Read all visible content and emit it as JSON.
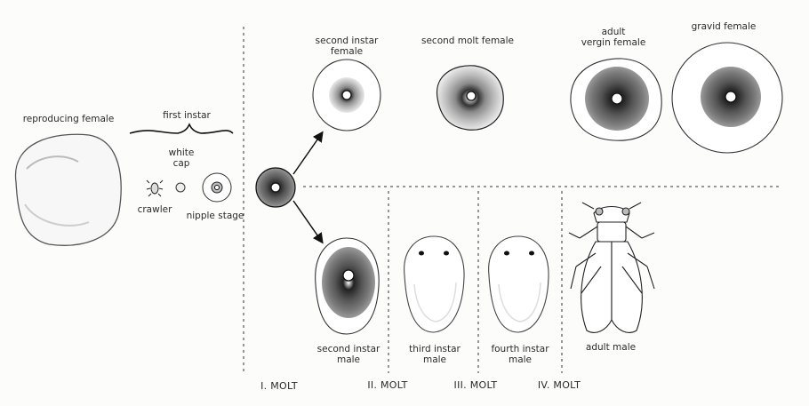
{
  "labels": {
    "reproducing_female": "reproducing female",
    "first_instar": "first instar",
    "white_cap": "white\ncap",
    "crawler": "crawler",
    "nipple_stage": "nipple stage",
    "second_instar_female": "second instar\nfemale",
    "second_molt_female": "second molt female",
    "adult_vergin_female": "adult\nvergin female",
    "gravid_female": "gravid female",
    "second_instar_male": "second instar\nmale",
    "third_instar_male": "third instar\nmale",
    "fourth_instar_male": "fourth instar\nmale",
    "adult_male": "adult male"
  },
  "molts": [
    "I. MOLT",
    "II. MOLT",
    "III. MOLT",
    "IV. MOLT"
  ]
}
